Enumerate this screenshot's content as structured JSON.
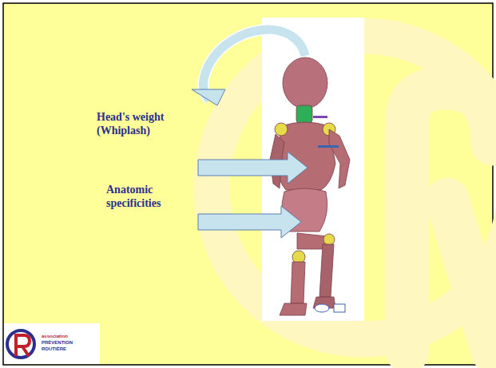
{
  "diagram": {
    "labels": [
      "Head's weight (Whiplash)",
      "Anatomic specificities",
      "association",
      "PRÉVENTION",
      "ROUTIÈRE"
    ]
  }
}
